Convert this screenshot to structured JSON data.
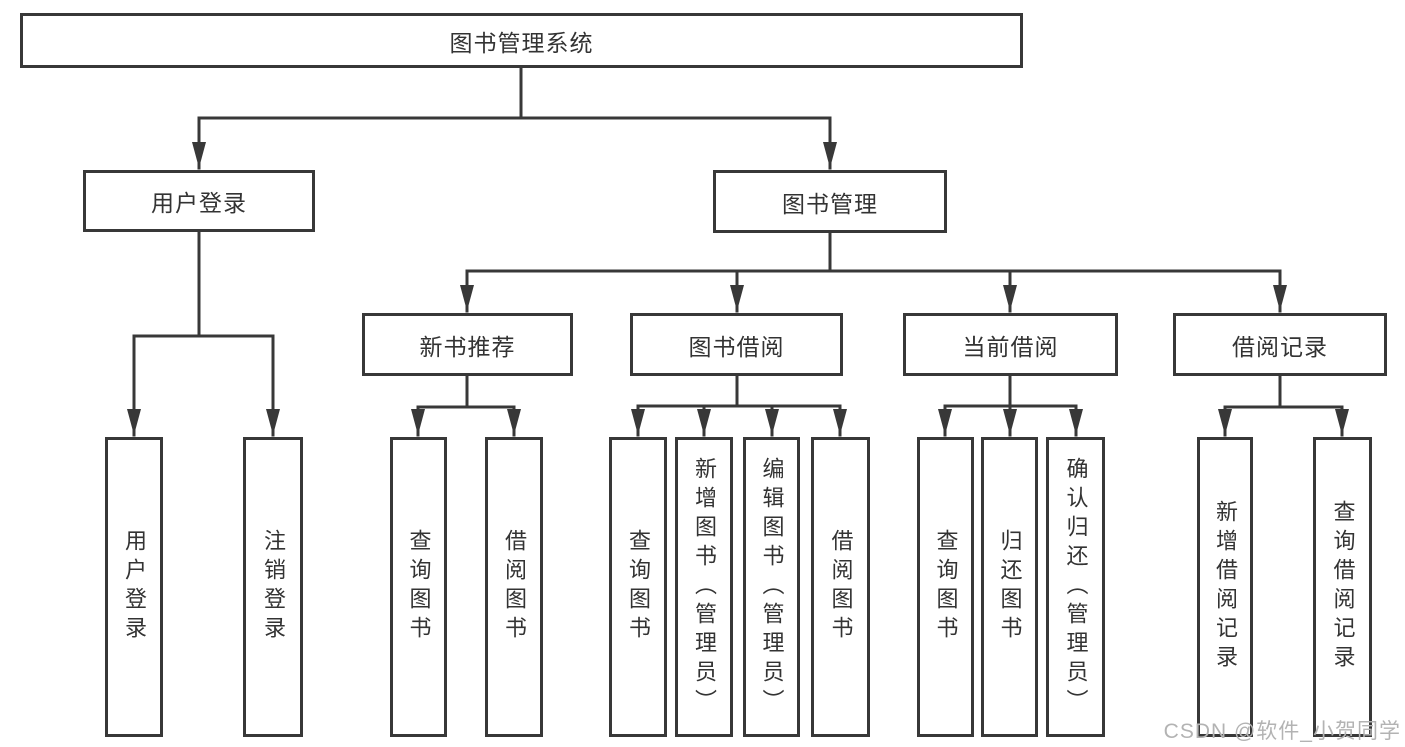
{
  "diagram": {
    "root": "图书管理系统",
    "branches": [
      {
        "label": "用户登录",
        "children": [
          "用户登录",
          "注销登录"
        ]
      },
      {
        "label": "图书管理",
        "children": [
          {
            "label": "新书推荐",
            "children": [
              "查询图书",
              "借阅图书"
            ]
          },
          {
            "label": "图书借阅",
            "children": [
              "查询图书",
              "新增图书（管理员）",
              "编辑图书（管理员）",
              "借阅图书"
            ]
          },
          {
            "label": "当前借阅",
            "children": [
              "查询图书",
              "归还图书",
              "确认归还（管理员）"
            ]
          },
          {
            "label": "借阅记录",
            "children": [
              "新增借阅记录",
              "查询借阅记录"
            ]
          }
        ]
      }
    ]
  },
  "watermark": "CSDN @软件_小贺同学",
  "colors": {
    "line": "#383838",
    "text": "#333333",
    "watermark": "#b3b3b3",
    "background": "#ffffff"
  }
}
